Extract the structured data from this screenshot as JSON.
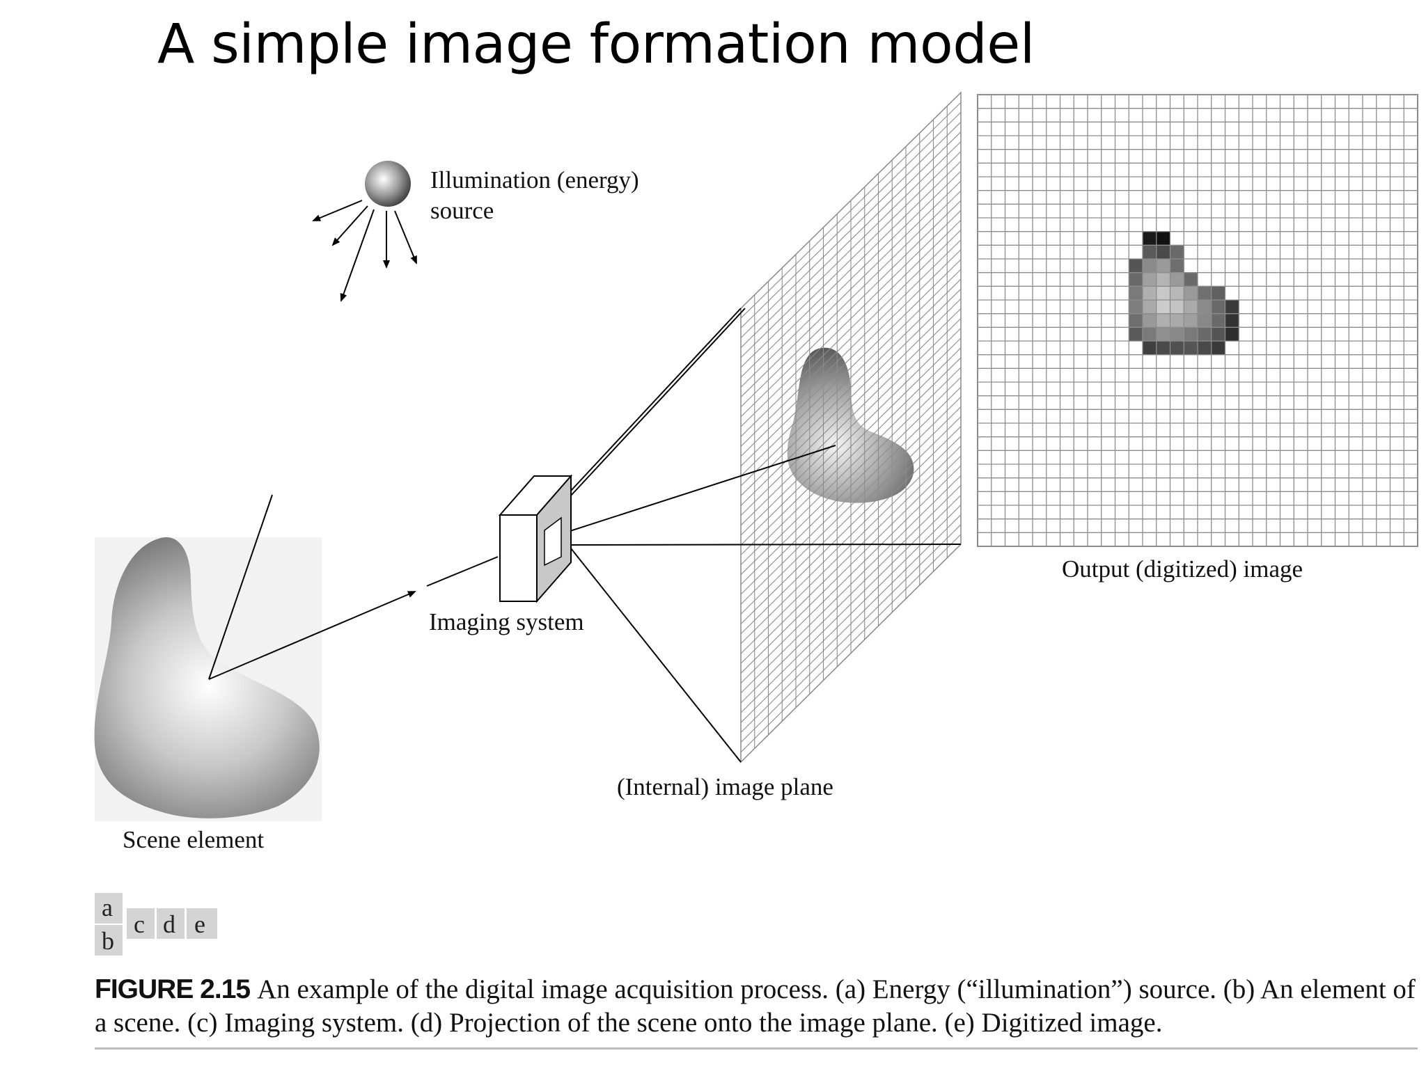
{
  "slide": {
    "title": "A simple image formation model"
  },
  "diagram": {
    "labels": {
      "illumination_line1": "Illumination (energy)",
      "illumination_line2": "source",
      "scene_element": "Scene element",
      "imaging_system": "Imaging system",
      "image_plane": "(Internal) image plane",
      "output_image": "Output (digitized) image"
    },
    "panel_letters": [
      "a",
      "b",
      "c",
      "d",
      "e"
    ],
    "output_grid": {
      "columns": 32,
      "rows": 33
    },
    "internal_grid": {
      "columns": 16,
      "rows": 46
    },
    "digitized_blob": {
      "cells": [
        [
          12,
          10,
          "#1a1a1a"
        ],
        [
          13,
          10,
          "#111111"
        ],
        [
          12,
          11,
          "#5a5a5a"
        ],
        [
          13,
          11,
          "#4a4a4a"
        ],
        [
          14,
          11,
          "#6a6a6a"
        ],
        [
          11,
          12,
          "#555555"
        ],
        [
          12,
          12,
          "#8a8a8a"
        ],
        [
          13,
          12,
          "#9a9a9a"
        ],
        [
          14,
          12,
          "#6e6e6e"
        ],
        [
          11,
          13,
          "#6a6a6a"
        ],
        [
          12,
          13,
          "#a0a0a0"
        ],
        [
          13,
          13,
          "#b4b4b4"
        ],
        [
          14,
          13,
          "#9a9a9a"
        ],
        [
          15,
          13,
          "#6a6a6a"
        ],
        [
          11,
          14,
          "#7a7a7a"
        ],
        [
          12,
          14,
          "#b0b0b0"
        ],
        [
          13,
          14,
          "#c8c8c8"
        ],
        [
          14,
          14,
          "#b8b8b8"
        ],
        [
          15,
          14,
          "#9a9a9a"
        ],
        [
          16,
          14,
          "#707070"
        ],
        [
          17,
          14,
          "#606060"
        ],
        [
          11,
          15,
          "#7e7e7e"
        ],
        [
          12,
          15,
          "#aaaaaa"
        ],
        [
          13,
          15,
          "#cccccc"
        ],
        [
          14,
          15,
          "#c4c4c4"
        ],
        [
          15,
          15,
          "#aaaaaa"
        ],
        [
          16,
          15,
          "#8a8a8a"
        ],
        [
          17,
          15,
          "#6a6a6a"
        ],
        [
          18,
          15,
          "#3a3a3a"
        ],
        [
          11,
          16,
          "#6e6e6e"
        ],
        [
          12,
          16,
          "#999999"
        ],
        [
          13,
          16,
          "#b0b0b0"
        ],
        [
          14,
          16,
          "#aaaaaa"
        ],
        [
          15,
          16,
          "#a0a0a0"
        ],
        [
          16,
          16,
          "#888888"
        ],
        [
          17,
          16,
          "#6a6a6a"
        ],
        [
          18,
          16,
          "#333333"
        ],
        [
          11,
          17,
          "#5a5a5a"
        ],
        [
          12,
          17,
          "#7a7a7a"
        ],
        [
          13,
          17,
          "#909090"
        ],
        [
          14,
          17,
          "#888888"
        ],
        [
          15,
          17,
          "#7a7a7a"
        ],
        [
          16,
          17,
          "#6a6a6a"
        ],
        [
          17,
          17,
          "#555555"
        ],
        [
          18,
          17,
          "#2e2e2e"
        ],
        [
          12,
          18,
          "#404040"
        ],
        [
          13,
          18,
          "#4a4a4a"
        ],
        [
          14,
          18,
          "#505050"
        ],
        [
          15,
          18,
          "#555555"
        ],
        [
          16,
          18,
          "#4a4a4a"
        ],
        [
          17,
          18,
          "#3a3a3a"
        ]
      ]
    }
  },
  "caption": {
    "figure_label": "FIGURE 2.15",
    "text": "An example of the digital image acquisition process. (a) Energy (“illumination”) source. (b) An element of a scene. (c) Imaging system. (d) Projection of the scene onto the image plane. (e) Digitized image."
  },
  "colors": {
    "gridline": "#8c8c8c",
    "panel_box": "#d4d4d4",
    "caption_rule": "#bdbdbd"
  }
}
